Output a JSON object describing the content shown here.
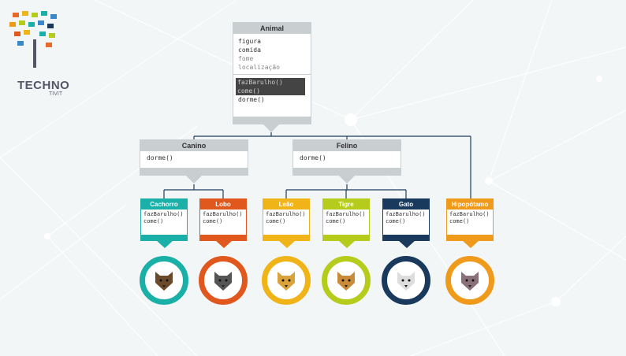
{
  "logo": {
    "title": "TECHNO",
    "sub": "TIVIT"
  },
  "animal": {
    "title": "Animal",
    "attributes": [
      "figura",
      "comida",
      "fome",
      "localização"
    ],
    "methods": [
      "fazBarulho()",
      "come()",
      "dorme()"
    ]
  },
  "canino": {
    "title": "Canino",
    "methods": [
      "dorme()"
    ]
  },
  "felino": {
    "title": "Felino",
    "methods": [
      "dorme()"
    ]
  },
  "leaves": [
    {
      "name": "Cachorro",
      "m1": "fazBarulho()",
      "m2": "come()",
      "color": "#1aafa7"
    },
    {
      "name": "Lobo",
      "m1": "fazBarulho()",
      "m2": "come()",
      "color": "#e0581e"
    },
    {
      "name": "Leão",
      "m1": "fazBarulho()",
      "m2": "come()",
      "color": "#f0b418"
    },
    {
      "name": "Tigre",
      "m1": "fazBarulho()",
      "m2": "come()",
      "color": "#b5cc1c"
    },
    {
      "name": "Gato",
      "m1": "fazBarulho()",
      "m2": "come()",
      "color": "#193a5c"
    },
    {
      "name": "Hipopótamo",
      "m1": "fazBarulho()",
      "m2": "come()",
      "color": "#f09a1c"
    }
  ],
  "line_color": "#1e3d5c"
}
